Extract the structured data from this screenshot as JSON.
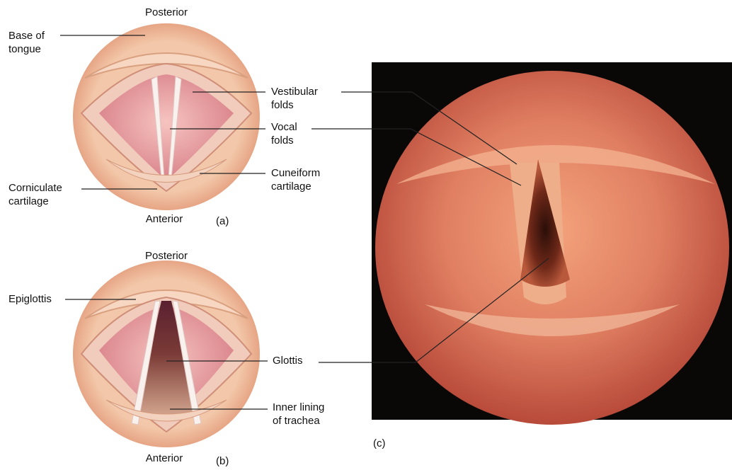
{
  "labels": {
    "a_posterior": "Posterior",
    "base_of_tongue": "Base of\ntongue",
    "a_vestibular_folds": "Vestibular\nfolds",
    "a_vocal_folds": "Vocal\nfolds",
    "corniculate_cartilage": "Corniculate\ncartilage",
    "cuneiform_cartilage": "Cuneiform\ncartilage",
    "a_anterior": "Anterior",
    "panel_a": "(a)",
    "b_posterior": "Posterior",
    "epiglottis": "Epiglottis",
    "glottis": "Glottis",
    "inner_lining": "Inner lining\nof trachea",
    "b_anterior": "Anterior",
    "panel_b": "(b)",
    "panel_c": "(c)"
  },
  "colors": {
    "photo_background": "#0a0807",
    "tissue": "#d8746a",
    "ring": "#e9b095",
    "leader_line": "#222222"
  }
}
